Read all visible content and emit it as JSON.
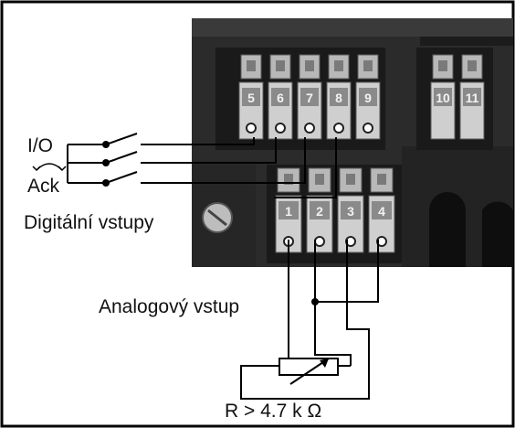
{
  "labels": {
    "io": "I/O",
    "ack": "Ack",
    "digital_inputs": "Digitální vstupy",
    "analog_input": "Analogový vstup",
    "resistor": "R > 4.7 k Ω"
  },
  "terminals": {
    "upper_left": [
      "5",
      "6",
      "7",
      "8",
      "9"
    ],
    "upper_right": [
      "10",
      "11"
    ],
    "lower": [
      "1",
      "2",
      "3",
      "4"
    ]
  },
  "colors": {
    "device_body": "#2b2b2b",
    "terminal_face": "#d0d0d0",
    "wire": "#000000",
    "background": "#ffffff"
  }
}
